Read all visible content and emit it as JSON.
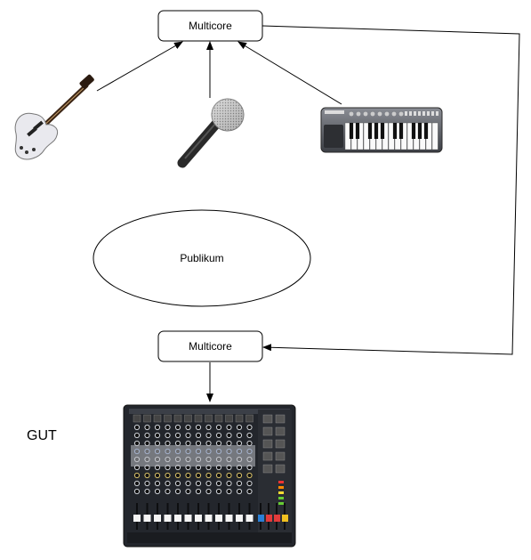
{
  "nodes": {
    "multicore_top": {
      "label": "Multicore"
    },
    "multicore_bottom": {
      "label": "Multicore"
    },
    "audience": {
      "label": "Publikum"
    }
  },
  "side_label": "GUT",
  "icons": {
    "guitar": "electric-guitar-icon",
    "microphone": "microphone-icon",
    "keyboard": "midi-keyboard-icon",
    "mixer": "mixing-console-icon"
  },
  "colors": {
    "stroke": "#000000",
    "node_fill": "#ffffff",
    "mixer_body": "#23262c",
    "guitar_body": "#e9e9ee"
  }
}
